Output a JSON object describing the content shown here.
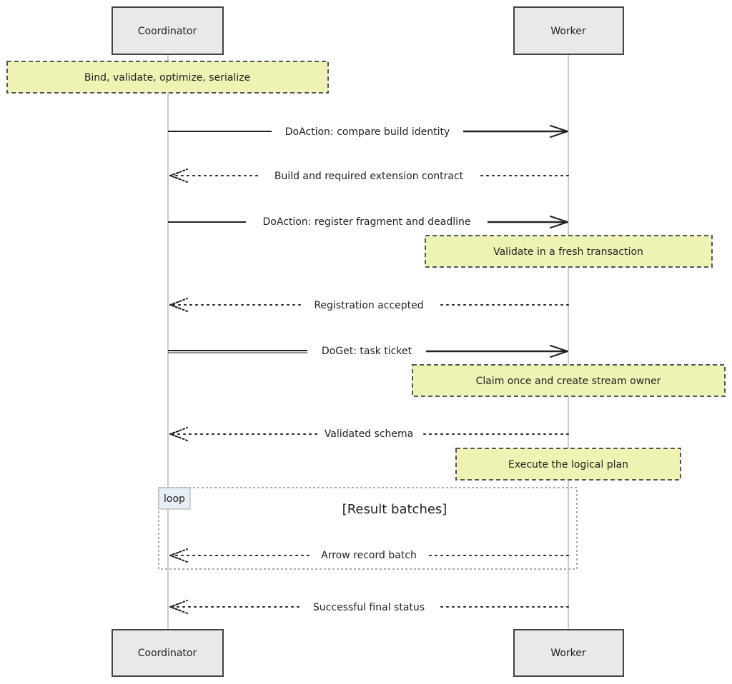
{
  "diagram": {
    "type": "sequence",
    "participants": [
      {
        "id": "coordinator",
        "label": "Coordinator"
      },
      {
        "id": "worker",
        "label": "Worker"
      }
    ],
    "notes": {
      "bind": "Bind, validate, optimize, serialize",
      "fresh_tx": "Validate in a fresh transaction",
      "claim": "Claim once and create stream owner",
      "execute": "Execute the logical plan"
    },
    "messages": [
      {
        "from": "coordinator",
        "to": "worker",
        "style": "solid",
        "label": "DoAction: compare build identity"
      },
      {
        "from": "worker",
        "to": "coordinator",
        "style": "dotted",
        "label": "Build and required extension contract"
      },
      {
        "from": "coordinator",
        "to": "worker",
        "style": "solid",
        "label": "DoAction: register fragment and deadline"
      },
      {
        "from": "worker",
        "to": "coordinator",
        "style": "dotted",
        "label": "Registration accepted"
      },
      {
        "from": "coordinator",
        "to": "worker",
        "style": "solid",
        "label": "DoGet: task ticket"
      },
      {
        "from": "worker",
        "to": "coordinator",
        "style": "dotted",
        "label": "Validated schema"
      },
      {
        "from": "worker",
        "to": "coordinator",
        "style": "dotted",
        "label": "Arrow record batch"
      },
      {
        "from": "worker",
        "to": "coordinator",
        "style": "dotted",
        "label": "Successful final status"
      }
    ],
    "loop": {
      "label": "loop",
      "condition": "[Result batches]"
    },
    "colors": {
      "note_fill": "#eef2b3",
      "actor_fill": "#e9e9e9",
      "line": "#222222",
      "lifeline": "#999999",
      "loop_border": "#aaaaaa",
      "loop_tag_fill": "#e8eef5"
    }
  }
}
